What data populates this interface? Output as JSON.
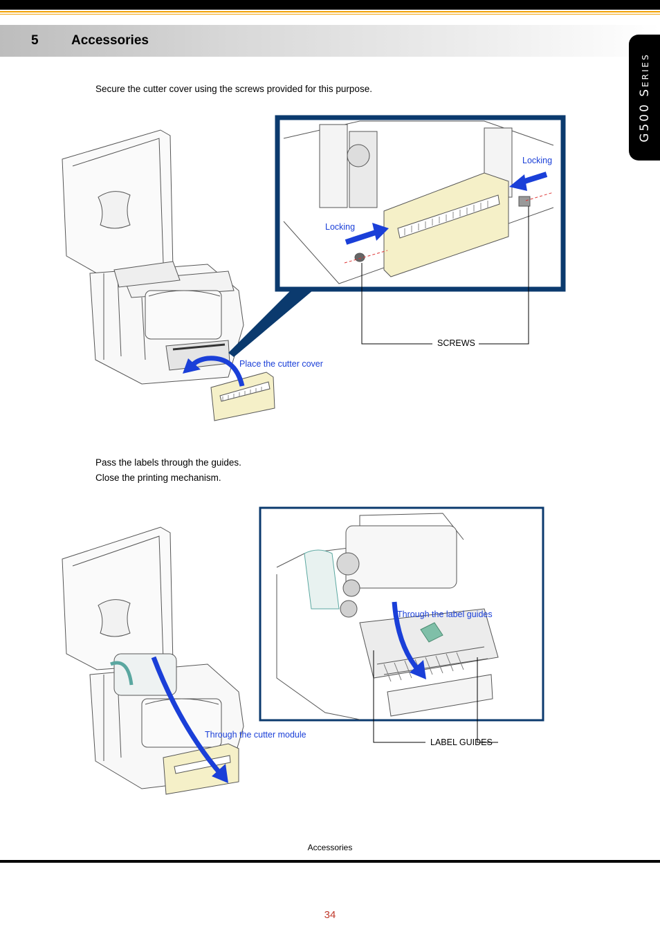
{
  "header": {
    "section_number": "5",
    "section_title": "Accessories",
    "series_tab": "G500 Series"
  },
  "step1": {
    "instruction": "Secure the cutter cover using the screws provided for this purpose.",
    "labels": {
      "locking_right": "Locking",
      "locking_left": "Locking",
      "screws": "SCREWS",
      "place_cover": "Place the cutter cover"
    }
  },
  "step2": {
    "instruction_line1": "Pass the labels through the guides.",
    "instruction_line2": "Close the printing mechanism.",
    "labels": {
      "through_label_guides": "Through the label guides",
      "label_guides": "LABEL GUIDES",
      "through_cutter": "Through the cutter module"
    }
  },
  "footer": {
    "chapter": "Accessories",
    "page_number": "34"
  },
  "colors": {
    "accent_blue": "#1a3fd8",
    "frame_navy": "#0b3a6e",
    "stripe_orange": "#f2a000",
    "page_number_red": "#c0392b",
    "cover_cream": "#f5f0c8"
  }
}
